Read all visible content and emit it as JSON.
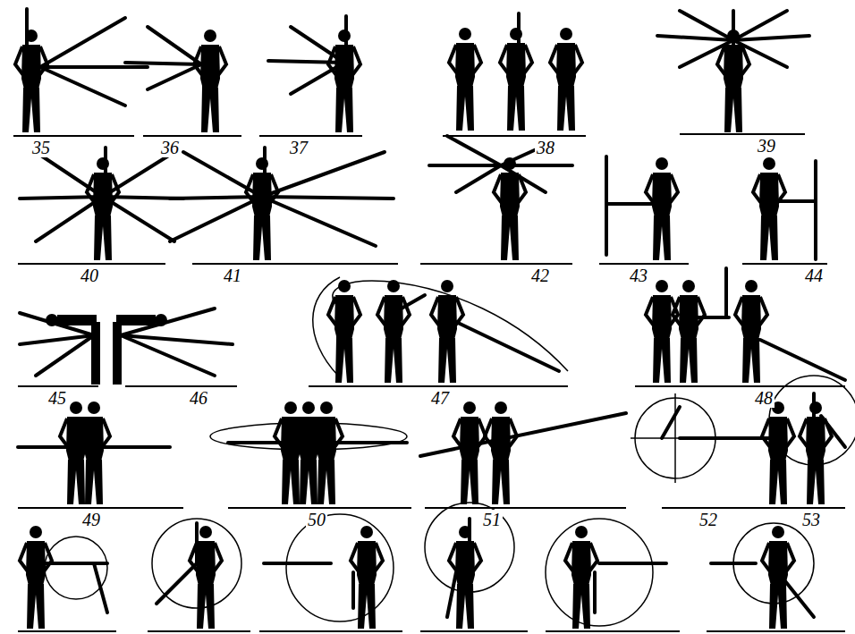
{
  "diagram": {
    "labels": [
      "35",
      "36",
      "37",
      "38",
      "39",
      "40",
      "41",
      "42",
      "43",
      "44",
      "45",
      "46",
      "47",
      "48",
      "49",
      "50",
      "51",
      "52",
      "53"
    ]
  }
}
